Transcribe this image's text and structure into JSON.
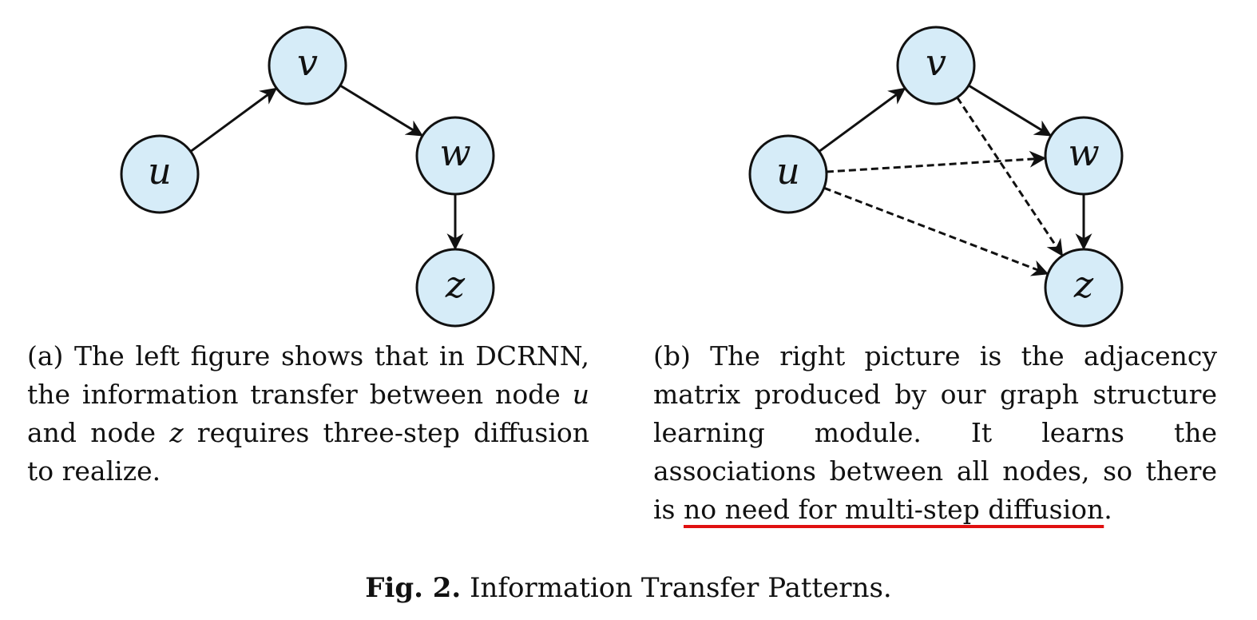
{
  "left_graph": {
    "nodes": [
      {
        "id": "u",
        "label": "u"
      },
      {
        "id": "v",
        "label": "v"
      },
      {
        "id": "w",
        "label": "w"
      },
      {
        "id": "z",
        "label": "z"
      }
    ],
    "edges": [
      {
        "from": "u",
        "to": "v",
        "style": "solid"
      },
      {
        "from": "v",
        "to": "w",
        "style": "solid"
      },
      {
        "from": "w",
        "to": "z",
        "style": "solid"
      }
    ]
  },
  "right_graph": {
    "nodes": [
      {
        "id": "u",
        "label": "u"
      },
      {
        "id": "v",
        "label": "v"
      },
      {
        "id": "w",
        "label": "w"
      },
      {
        "id": "z",
        "label": "z"
      }
    ],
    "edges": [
      {
        "from": "u",
        "to": "v",
        "style": "solid"
      },
      {
        "from": "v",
        "to": "w",
        "style": "solid"
      },
      {
        "from": "w",
        "to": "z",
        "style": "solid"
      },
      {
        "from": "u",
        "to": "w",
        "style": "dashed"
      },
      {
        "from": "v",
        "to": "z",
        "style": "dashed"
      },
      {
        "from": "u",
        "to": "z",
        "style": "dashed"
      }
    ]
  },
  "caption_a": {
    "part1": "(a) The left figure shows that in DCRNN, the information transfer between node ",
    "var1": "u",
    "part2": " and node ",
    "var2": "z",
    "part3": " requires three-step diffusion to realize."
  },
  "caption_b": {
    "part1": "(b) The right picture is the adjacency matrix produced by our graph structure learning module. It learns the associations between all nodes, so there is ",
    "underlined": "no need for multi-step diffusion",
    "part2": "."
  },
  "figure_caption": {
    "label": "Fig. 2.",
    "text": " Information Transfer Patterns."
  },
  "colors": {
    "node_fill": "#d6ecf8",
    "stroke": "#111111",
    "underline": "#e01010"
  }
}
